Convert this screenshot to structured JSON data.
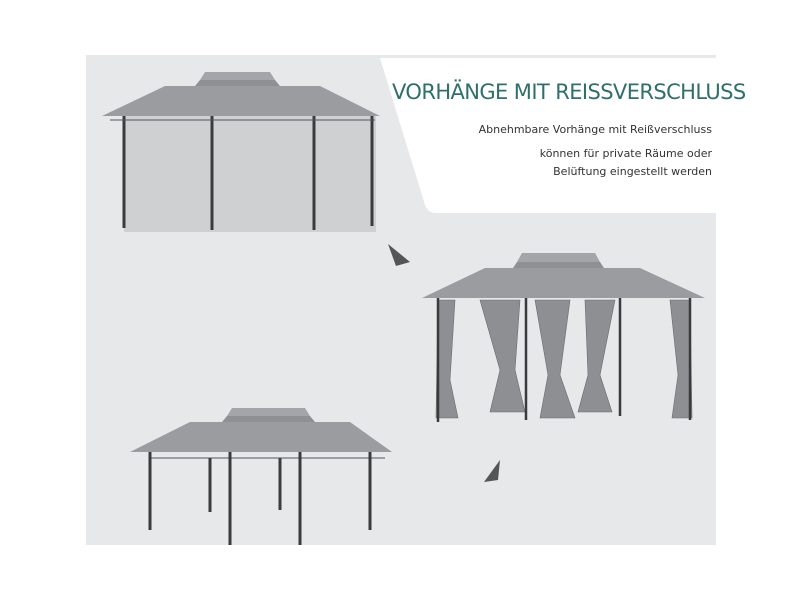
{
  "feature": {
    "title": "VORHÄNGE MIT REISSVERSCHLUSS",
    "description_lines": [
      "Abnehmbare Vorhänge mit Reißverschluss",
      "können für private Räume oder",
      "Belüftung eingestellt werden"
    ]
  },
  "colors": {
    "title": "#2f6f6c",
    "background": "#e6e8ea",
    "roof": "#9a9c9f",
    "frame": "#3a3b3d"
  }
}
